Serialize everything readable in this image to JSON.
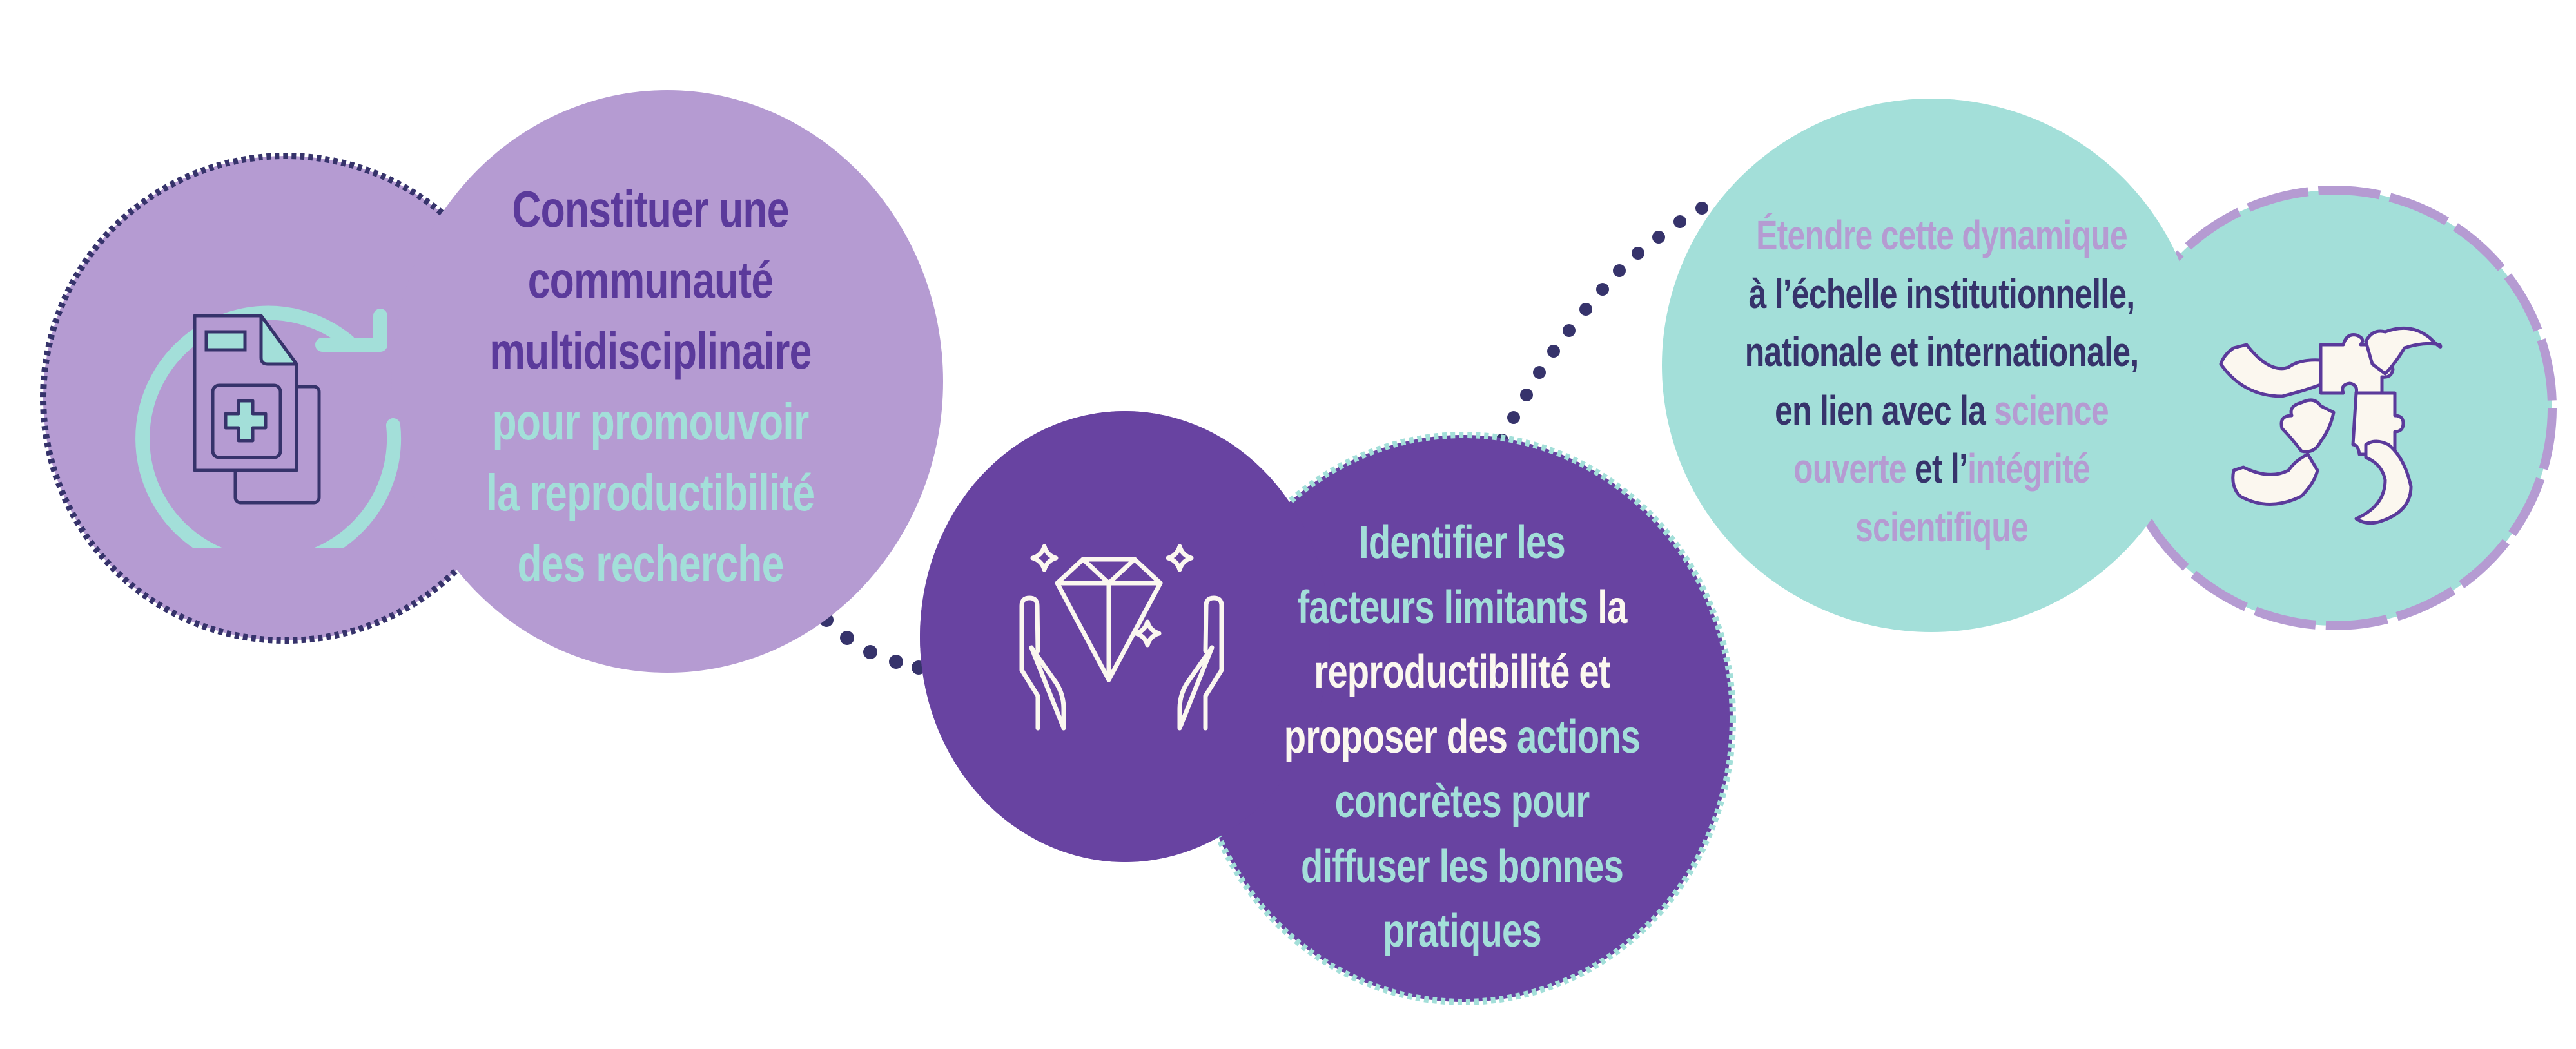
{
  "colors": {
    "lavender": "#b59bd2",
    "purple": "#6843a1",
    "teal": "#a3dfd9",
    "navy": "#36336b",
    "cream": "#fbf7ef",
    "text_purple": "#5b3a9b"
  },
  "steps": [
    {
      "id": "community",
      "icon": "document-refresh-medical-icon",
      "lines": [
        [
          {
            "text": "Constituer une",
            "color": "text_purple"
          }
        ],
        [
          {
            "text": "communauté",
            "color": "text_purple"
          }
        ],
        [
          {
            "text": "multidisciplinaire",
            "color": "text_purple"
          }
        ],
        [
          {
            "text": "pour promouvoir",
            "color": "teal"
          }
        ],
        [
          {
            "text": "la reproductibilité",
            "color": "teal"
          }
        ],
        [
          {
            "text": "des recherche",
            "color": "teal"
          }
        ]
      ]
    },
    {
      "id": "identify",
      "icon": "hands-diamond-icon",
      "lines": [
        [
          {
            "text": "Identifier les",
            "color": "teal"
          }
        ],
        [
          {
            "text": "facteurs limitants",
            "color": "teal"
          },
          {
            "text": " la",
            "color": "cream"
          }
        ],
        [
          {
            "text": "reproductibilité et",
            "color": "cream"
          }
        ],
        [
          {
            "text": "proposer des ",
            "color": "cream"
          },
          {
            "text": "actions",
            "color": "teal"
          }
        ],
        [
          {
            "text": "concrètes pour",
            "color": "teal"
          }
        ],
        [
          {
            "text": "diffuser les bonnes",
            "color": "teal"
          }
        ],
        [
          {
            "text": "pratiques",
            "color": "teal"
          }
        ]
      ]
    },
    {
      "id": "extend",
      "icon": "hands-puzzle-icon",
      "lines": [
        [
          {
            "text": "Étendre cette dynamique",
            "color": "lavender"
          }
        ],
        [
          {
            "text": "à l’échelle institutionnelle,",
            "color": "navy"
          }
        ],
        [
          {
            "text": "nationale et internationale,",
            "color": "navy"
          }
        ],
        [
          {
            "text": "en lien avec la ",
            "color": "navy"
          },
          {
            "text": "science",
            "color": "lavender"
          }
        ],
        [
          {
            "text": "ouverte",
            "color": "lavender"
          },
          {
            "text": " et l’",
            "color": "navy"
          },
          {
            "text": "intégrité",
            "color": "lavender"
          }
        ],
        [
          {
            "text": "scientifique",
            "color": "lavender"
          }
        ]
      ]
    }
  ]
}
